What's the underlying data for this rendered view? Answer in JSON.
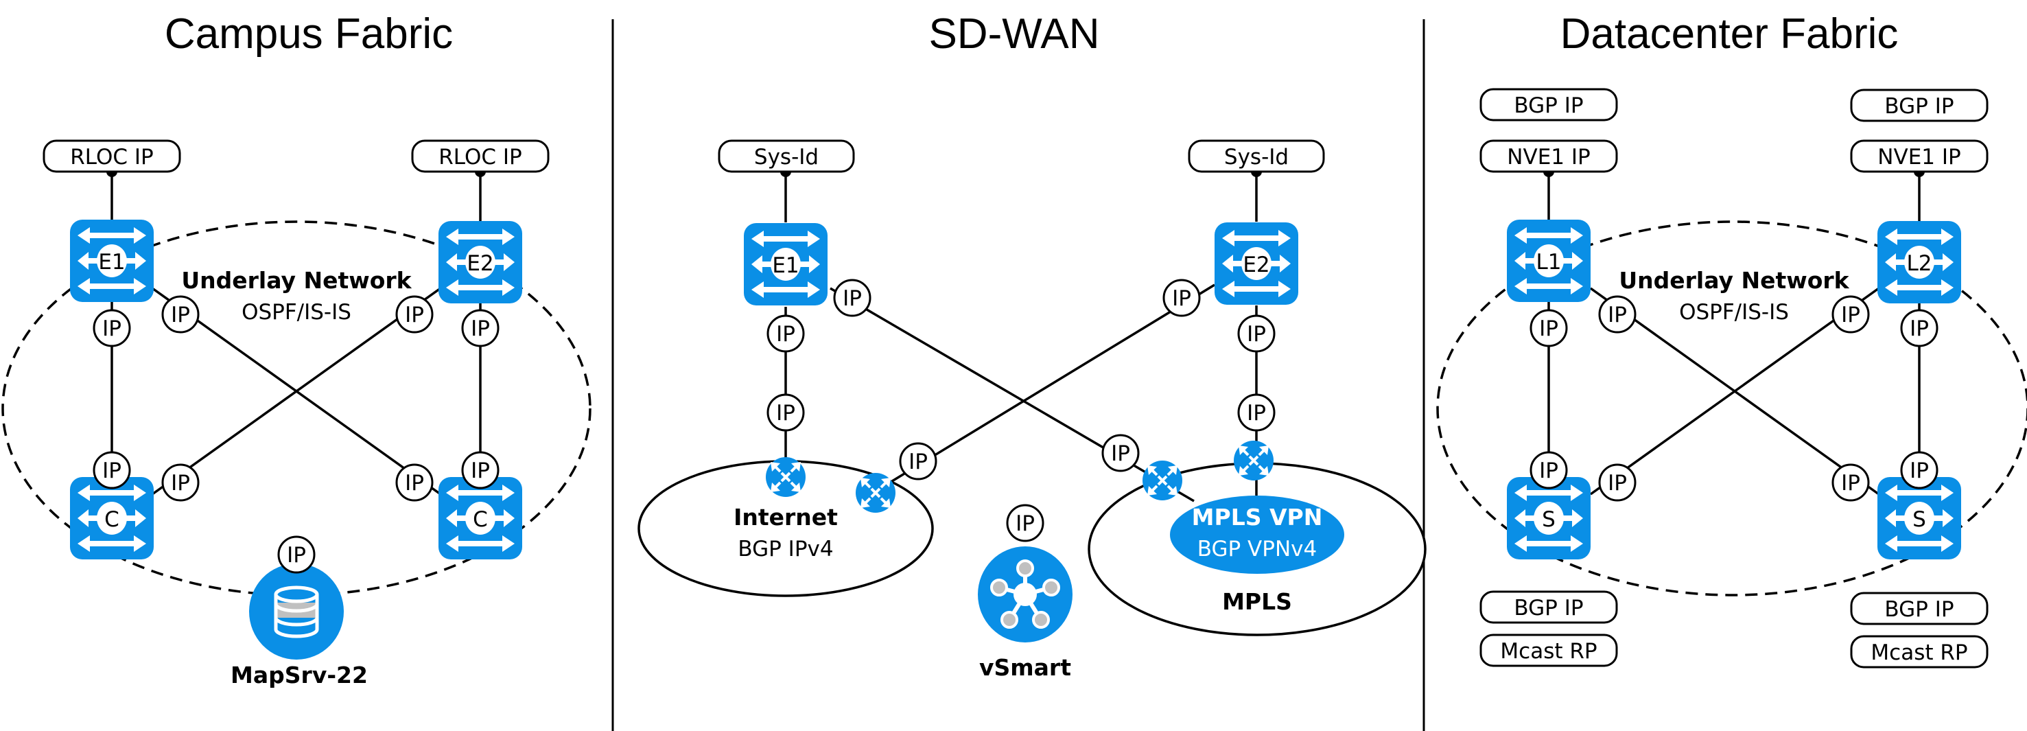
{
  "panels": [
    {
      "title": "Campus Fabric",
      "top_labels": [
        "RLOC IP",
        "RLOC IP"
      ],
      "top_nodes": [
        "E1",
        "E2"
      ],
      "bottom_nodes": [
        "C",
        "C"
      ],
      "network_title": "Underlay Network",
      "network_protocol": "OSPF/IS-IS",
      "server_label": "MapSrv-22",
      "ip_label": "IP"
    },
    {
      "title": "SD-WAN",
      "top_labels": [
        "Sys-Id",
        "Sys-Id"
      ],
      "top_nodes": [
        "E1",
        "E2"
      ],
      "internet_title": "Internet",
      "internet_protocol": "BGP IPv4",
      "mpls_vpn_title": "MPLS VPN",
      "mpls_vpn_protocol": "BGP VPNv4",
      "mpls_title": "MPLS",
      "controller_label": "vSmart",
      "ip_label": "IP"
    },
    {
      "title": "Datacenter Fabric",
      "top_labels_outer": [
        "BGP IP",
        "BGP IP"
      ],
      "top_labels_inner": [
        "NVE1 IP",
        "NVE1 IP"
      ],
      "top_nodes": [
        "L1",
        "L2"
      ],
      "bottom_nodes": [
        "S",
        "S"
      ],
      "bottom_labels_upper": [
        "BGP IP",
        "BGP IP"
      ],
      "bottom_labels_lower": [
        "Mcast RP",
        "Mcast RP"
      ],
      "network_title": "Underlay Network",
      "network_protocol": "OSPF/IS-IS",
      "ip_label": "IP"
    }
  ],
  "colors": {
    "accent": "#0a8fe6",
    "db_stripe": "#c0c0c0"
  }
}
